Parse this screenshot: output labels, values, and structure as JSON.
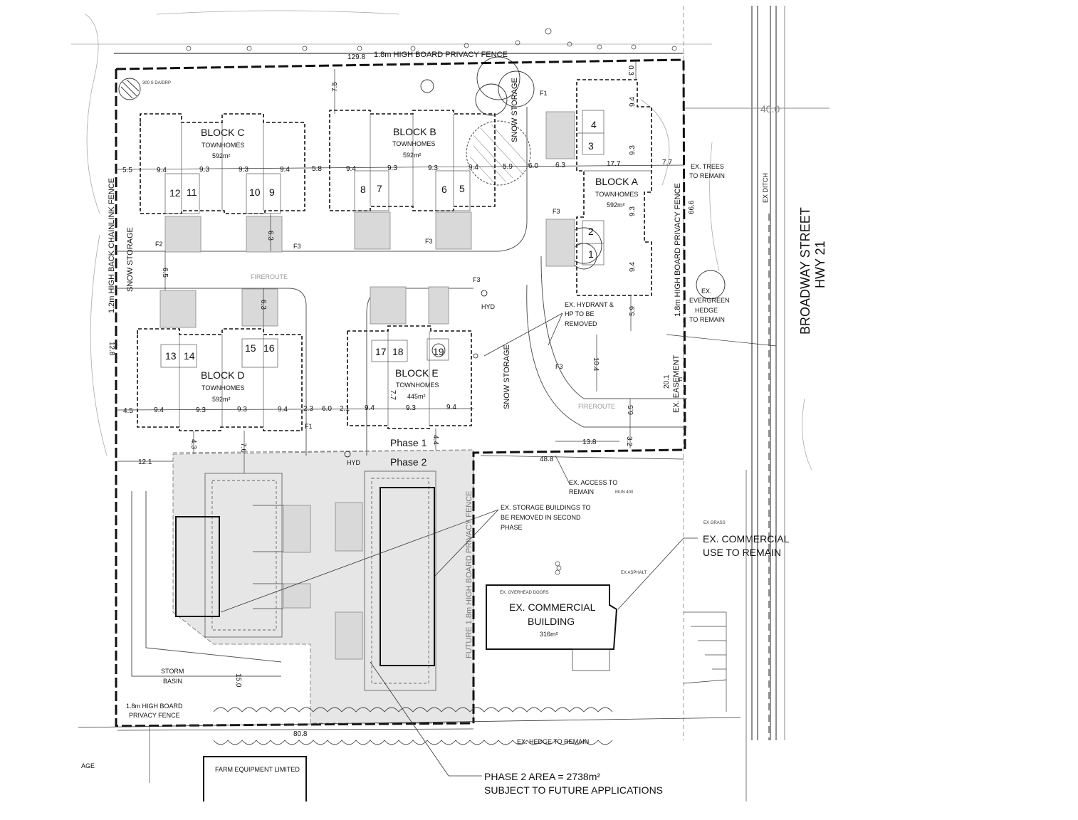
{
  "top_fence": "1.8m HIGH BOARD PRIVACY FENCE",
  "dims": {
    "top_width": "129.8",
    "left_side": "12.8",
    "bottom_width": "80.8",
    "phase_edge": "48.8",
    "access_width": "13.8",
    "d_75": "7.5",
    "d_55": "5.5",
    "d_58": "5.8",
    "d_59": "5.9",
    "d_60": "6.0",
    "d_63": "6.3",
    "d_77": "7.7",
    "d_94": "9.4",
    "d_93": "9.3",
    "d_177": "17.7",
    "d_65": "6.5",
    "d_45": "4.5",
    "d_23": "2.3",
    "d_21": "2.1",
    "d_43": "4.3",
    "d_76": "7.6",
    "d_44": "4.4",
    "d_121": "12.1",
    "d_104": "10.4",
    "d_201": "20.1",
    "d_32": "3.2",
    "d_150": "15.0",
    "d_666": "66.6",
    "d_03": "0.3"
  },
  "blocks": [
    {
      "name": "BLOCK C",
      "type": "TOWNHOMES",
      "area": "592m²",
      "units": [
        "12",
        "11",
        "10",
        "9"
      ]
    },
    {
      "name": "BLOCK B",
      "type": "TOWNHOMES",
      "area": "592m²",
      "units": [
        "8",
        "7",
        "6",
        "5"
      ]
    },
    {
      "name": "BLOCK A",
      "type": "TOWNHOMES",
      "area": "592m²",
      "units": [
        "4",
        "3",
        "2",
        "1"
      ]
    },
    {
      "name": "BLOCK D",
      "type": "TOWNHOMES",
      "area": "592m²",
      "units": [
        "13",
        "14",
        "15",
        "16"
      ]
    },
    {
      "name": "BLOCK E",
      "type": "TOWNHOMES",
      "area": "445m²",
      "units": [
        "17",
        "18",
        "19"
      ]
    }
  ],
  "labels": {
    "snow_storage": "SNOW STORAGE",
    "fireroute": "FIREROUTE",
    "fire_markers": [
      "F1",
      "F2",
      "F3"
    ],
    "hyd": "HYD",
    "phase1": "Phase 1",
    "phase2": "Phase 2",
    "left_fence": "1.2m HIGH BACK CHAINLINK FENCE",
    "east_fence": "1.8m HIGH BOARD PRIVACY FENCE",
    "future_fence": "FUTURE 1.8m HIGH BOARD PRIVACY FENCE",
    "ex_easement": "EX. EASEMENT",
    "ex_trees_1": "EX. TREES",
    "ex_trees_2": "TO REMAIN",
    "hedge_lines": [
      "EX.",
      "EVERGREEN",
      "HEDGE",
      "TO REMAIN"
    ],
    "hydrant_lines": [
      "EX. HYDRANT &",
      "HP TO BE",
      "REMOVED"
    ],
    "ex_ditch": "EX DITCH",
    "street_1": "BROADWAY STREET",
    "street_2": "HWY 21",
    "access_lines": [
      "EX. ACCESS TO",
      "REMAIN"
    ],
    "mun": "MUN 400",
    "storage_lines": [
      "EX. STORAGE BUILDINGS TO",
      "BE REMOVED IN SECOND",
      "PHASE"
    ],
    "commercial_use_lines": [
      "EX. COMMERCIAL",
      "USE TO REMAIN"
    ],
    "ex_grass": "EX GRASS",
    "ex_asphalt": "EX ASPHALT",
    "overhead_doors": "EX. OVERHEAD DOORS",
    "commercial_bldg_1": "EX. COMMERCIAL",
    "commercial_bldg_2": "BUILDING",
    "commercial_area": "316m²",
    "storm_1": "STORM",
    "storm_2": "BASIN",
    "bottom_fence_1": "1.8m HIGH BOARD",
    "bottom_fence_2": "PRIVACY FENCE",
    "hedge_bottom": "EX. HEDGE TO REMAIN",
    "farm": "FARM EQUIPMENT LIMITED",
    "age": "AGE",
    "phase2_area": "PHASE 2 AREA = 2738m²",
    "phase2_subject": "SUBJECT TO FUTURE APPLICATIONS",
    "contour_40": "40.0",
    "tree_note": "300 S DA/DRP"
  },
  "colors": {
    "line": "#111111",
    "grey_fill": "#d9d9d9",
    "phase2_fill": "#e6e6e6",
    "faint": "#9a9a9a"
  }
}
